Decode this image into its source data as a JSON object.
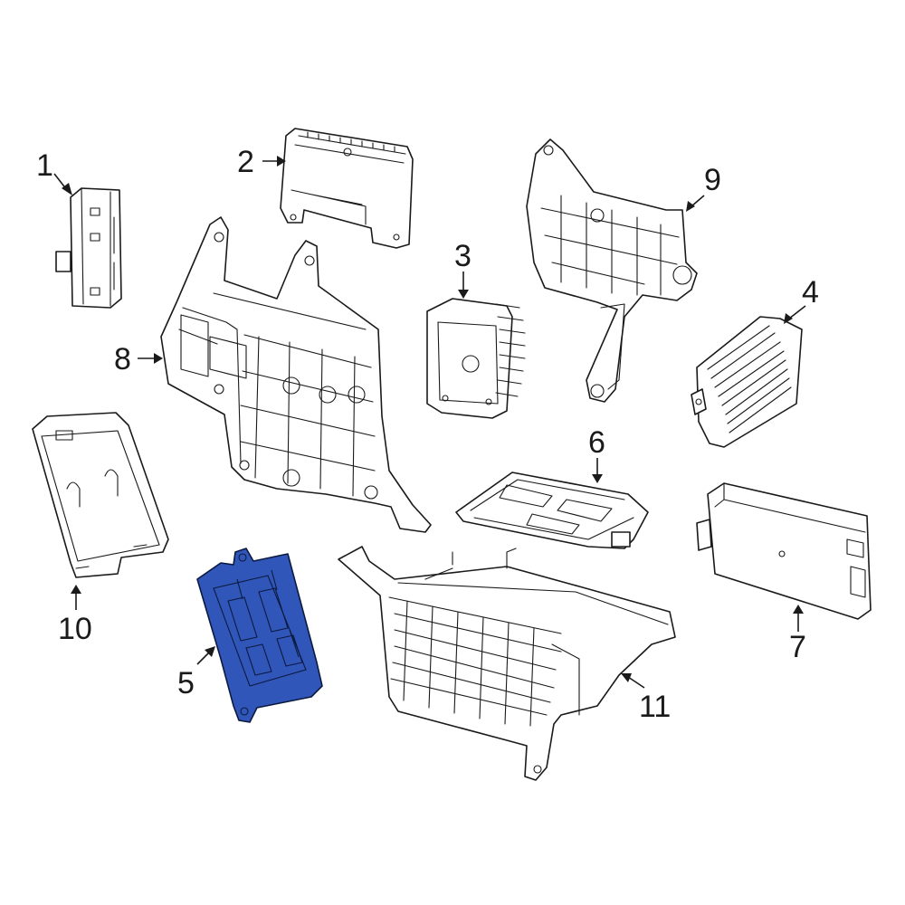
{
  "callouts": {
    "c1": "1",
    "c2": "2",
    "c3": "3",
    "c4": "4",
    "c5": "5",
    "c6": "6",
    "c7": "7",
    "c8": "8",
    "c9": "9",
    "c10": "10",
    "c11": "11"
  },
  "highlighted_part": "5",
  "colors": {
    "highlight_fill": "#2f56b8",
    "line": "#1a1a1a",
    "background": "#ffffff"
  }
}
